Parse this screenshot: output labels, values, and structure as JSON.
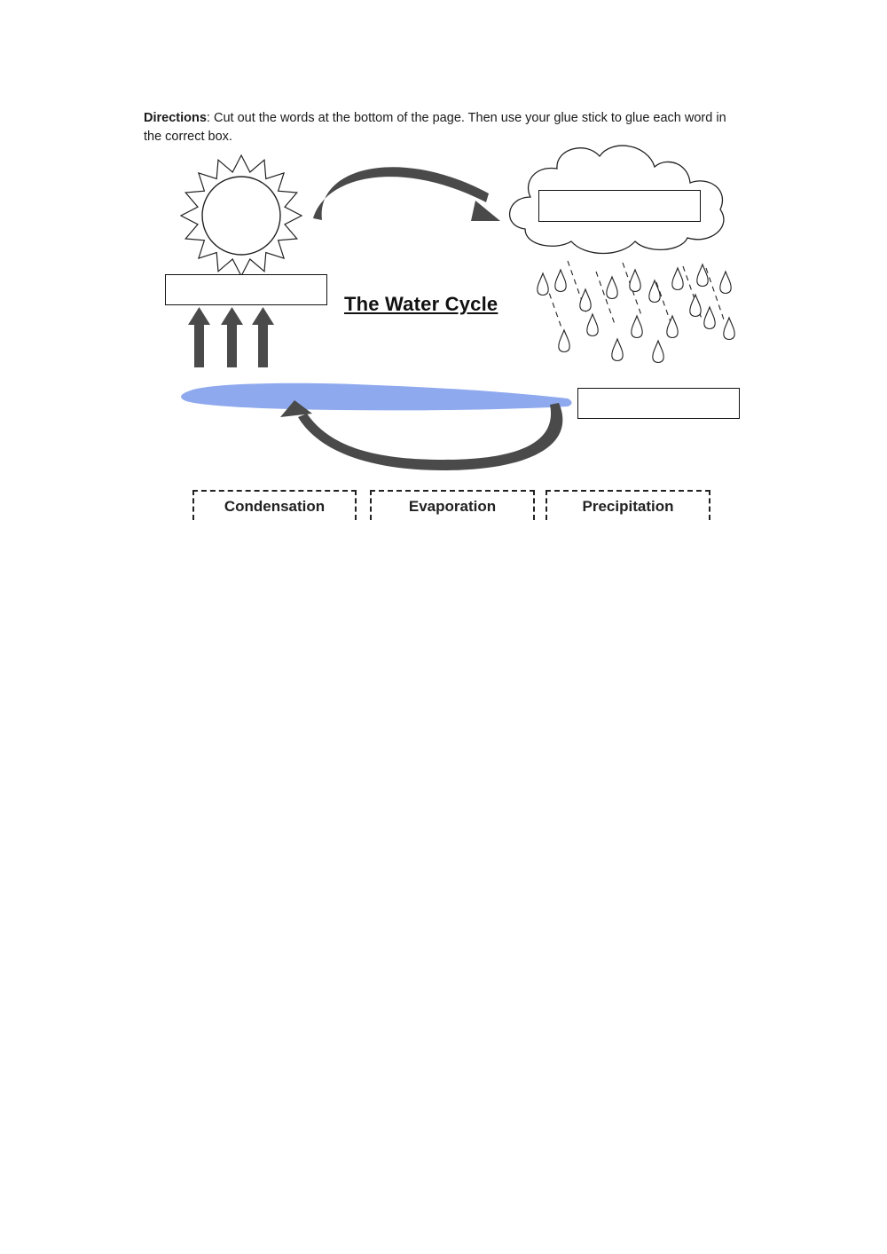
{
  "directions": {
    "label": "Directions",
    "text": ": Cut out the words at the bottom of the page. Then use your glue stick to glue each word in the correct box."
  },
  "title": "The Water Cycle",
  "word_bank": [
    "Condensation",
    "Evaporation",
    "Precipitation"
  ],
  "colors": {
    "water": "#8fa9ee",
    "arrow": "#4a4a4a",
    "outline": "#222222"
  }
}
